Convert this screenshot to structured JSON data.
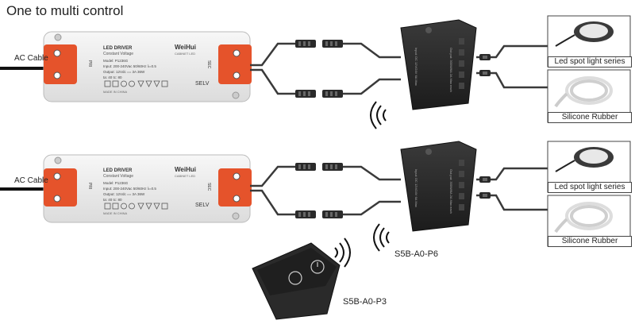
{
  "title": "One to multi control",
  "ac_cable_label": "AC Cable",
  "driver": {
    "heading": "LED DRIVER",
    "subheading": "Constant Voltage",
    "brand": "WeiHui",
    "brand_sub": "CABINET LED",
    "model": "Model: P1236G",
    "input": "Input: 200-240Vac   50/60Hz   λ=0.5",
    "output": "Output: 12Vdc == 3A     36W",
    "ta_tc": "ta: 40      tc: 80",
    "made_in": "MADE IN CHINA",
    "pri": "PRI",
    "sec": "SEC",
    "selv": "SELV"
  },
  "controller": {
    "model_label": "S5B-A0-P6",
    "input_text": "Input: DC 12V/24V   6A Max",
    "output_text": "Out put: 300W/6A   2A Max each"
  },
  "remote": {
    "model_label": "S5B-A0-P3"
  },
  "lights": {
    "spot_label": "Led spot light series",
    "strip_label": "Silicone Rubber"
  },
  "colors": {
    "accent": "#e5532b",
    "controller": "#2b2b2b",
    "cable": "#3a3a3a"
  }
}
